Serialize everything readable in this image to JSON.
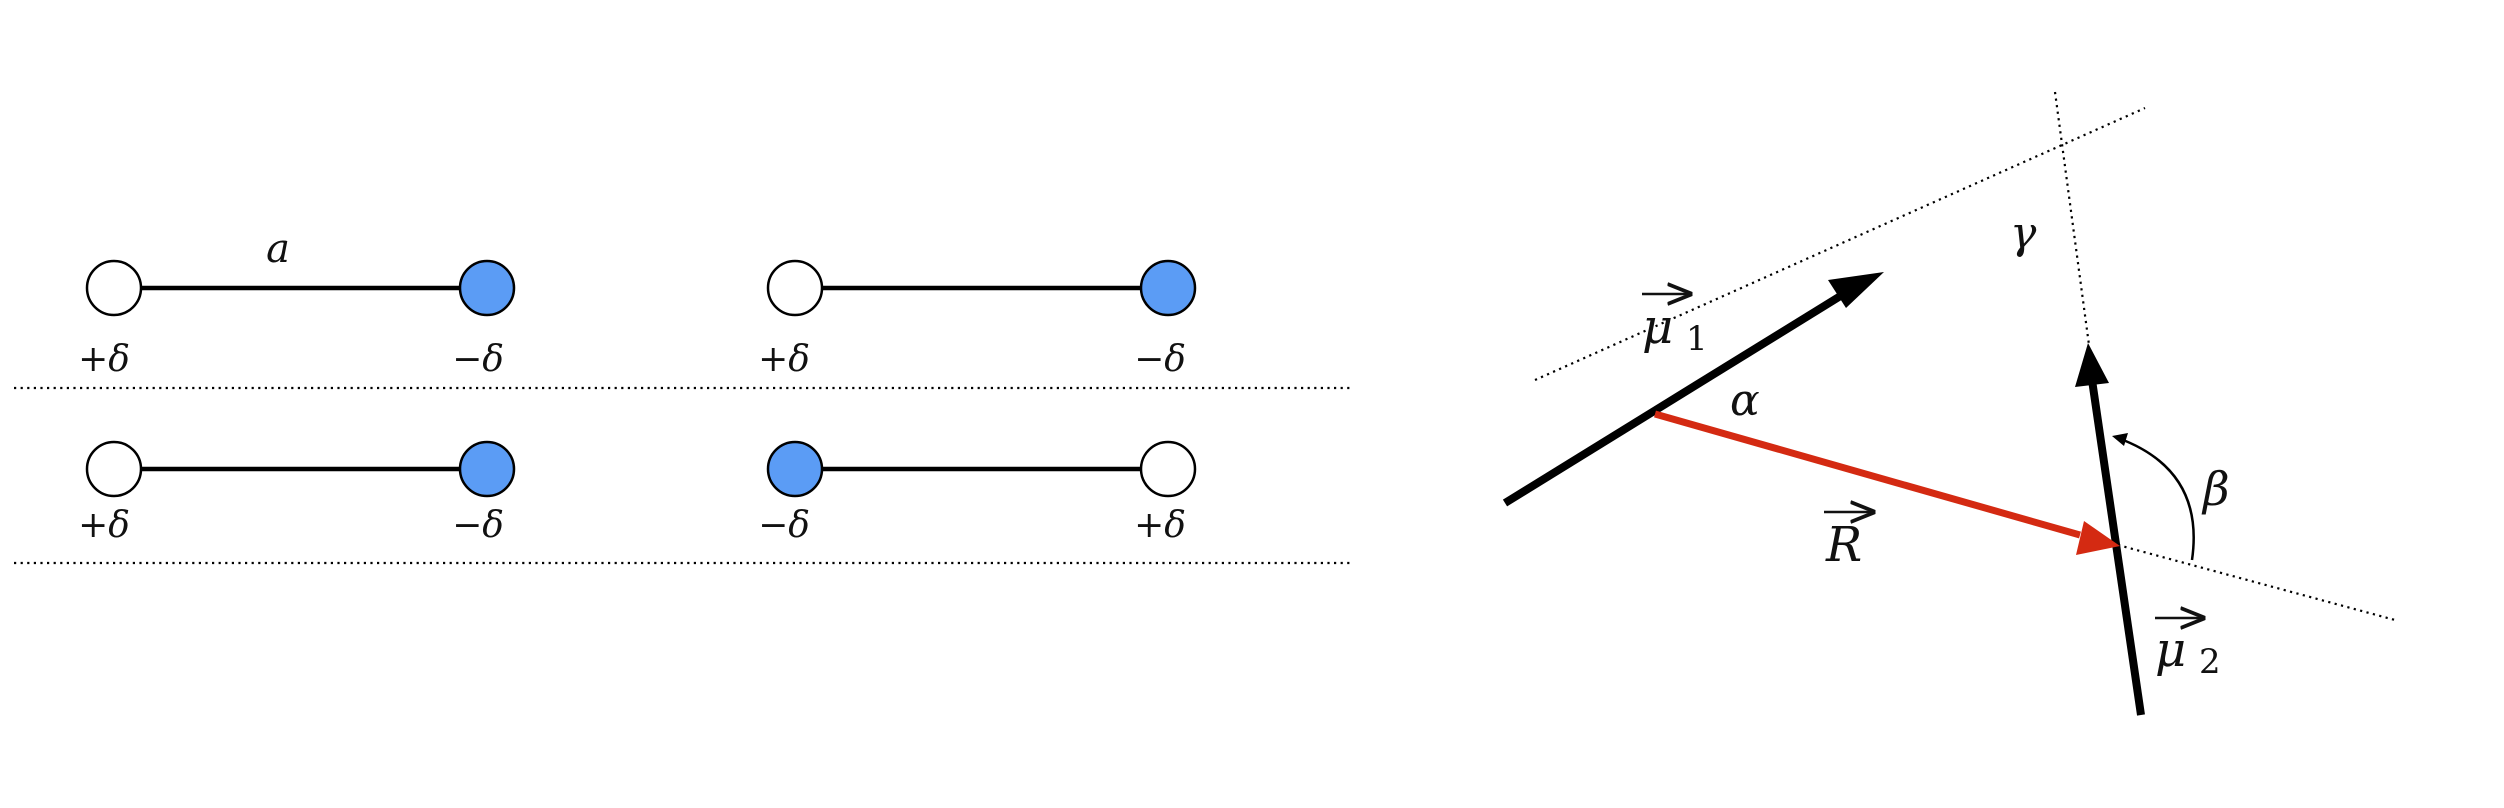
{
  "colors": {
    "negative_charge": "#5b9cf5",
    "positive_charge": "#ffffff",
    "vector_R": "#d42a12",
    "ink": "#000000"
  },
  "dipole_panel": {
    "bond_label": "a",
    "rows": [
      {
        "pairs": [
          {
            "left_label": "+δ",
            "right_label": "−δ",
            "left_charge": "positive",
            "right_charge": "negative"
          },
          {
            "left_label": "+δ",
            "right_label": "−δ",
            "left_charge": "positive",
            "right_charge": "negative"
          }
        ]
      },
      {
        "pairs": [
          {
            "left_label": "+δ",
            "right_label": "−δ",
            "left_charge": "positive",
            "right_charge": "negative"
          },
          {
            "left_label": "−δ",
            "right_label": "+δ",
            "left_charge": "negative",
            "right_charge": "positive"
          }
        ]
      }
    ]
  },
  "vector_panel": {
    "mu1_symbol": "μ",
    "mu1_subscript": "1",
    "mu2_symbol": "μ",
    "mu2_subscript": "2",
    "R_symbol": "R",
    "alpha": "α",
    "beta": "β",
    "gamma": "γ"
  }
}
